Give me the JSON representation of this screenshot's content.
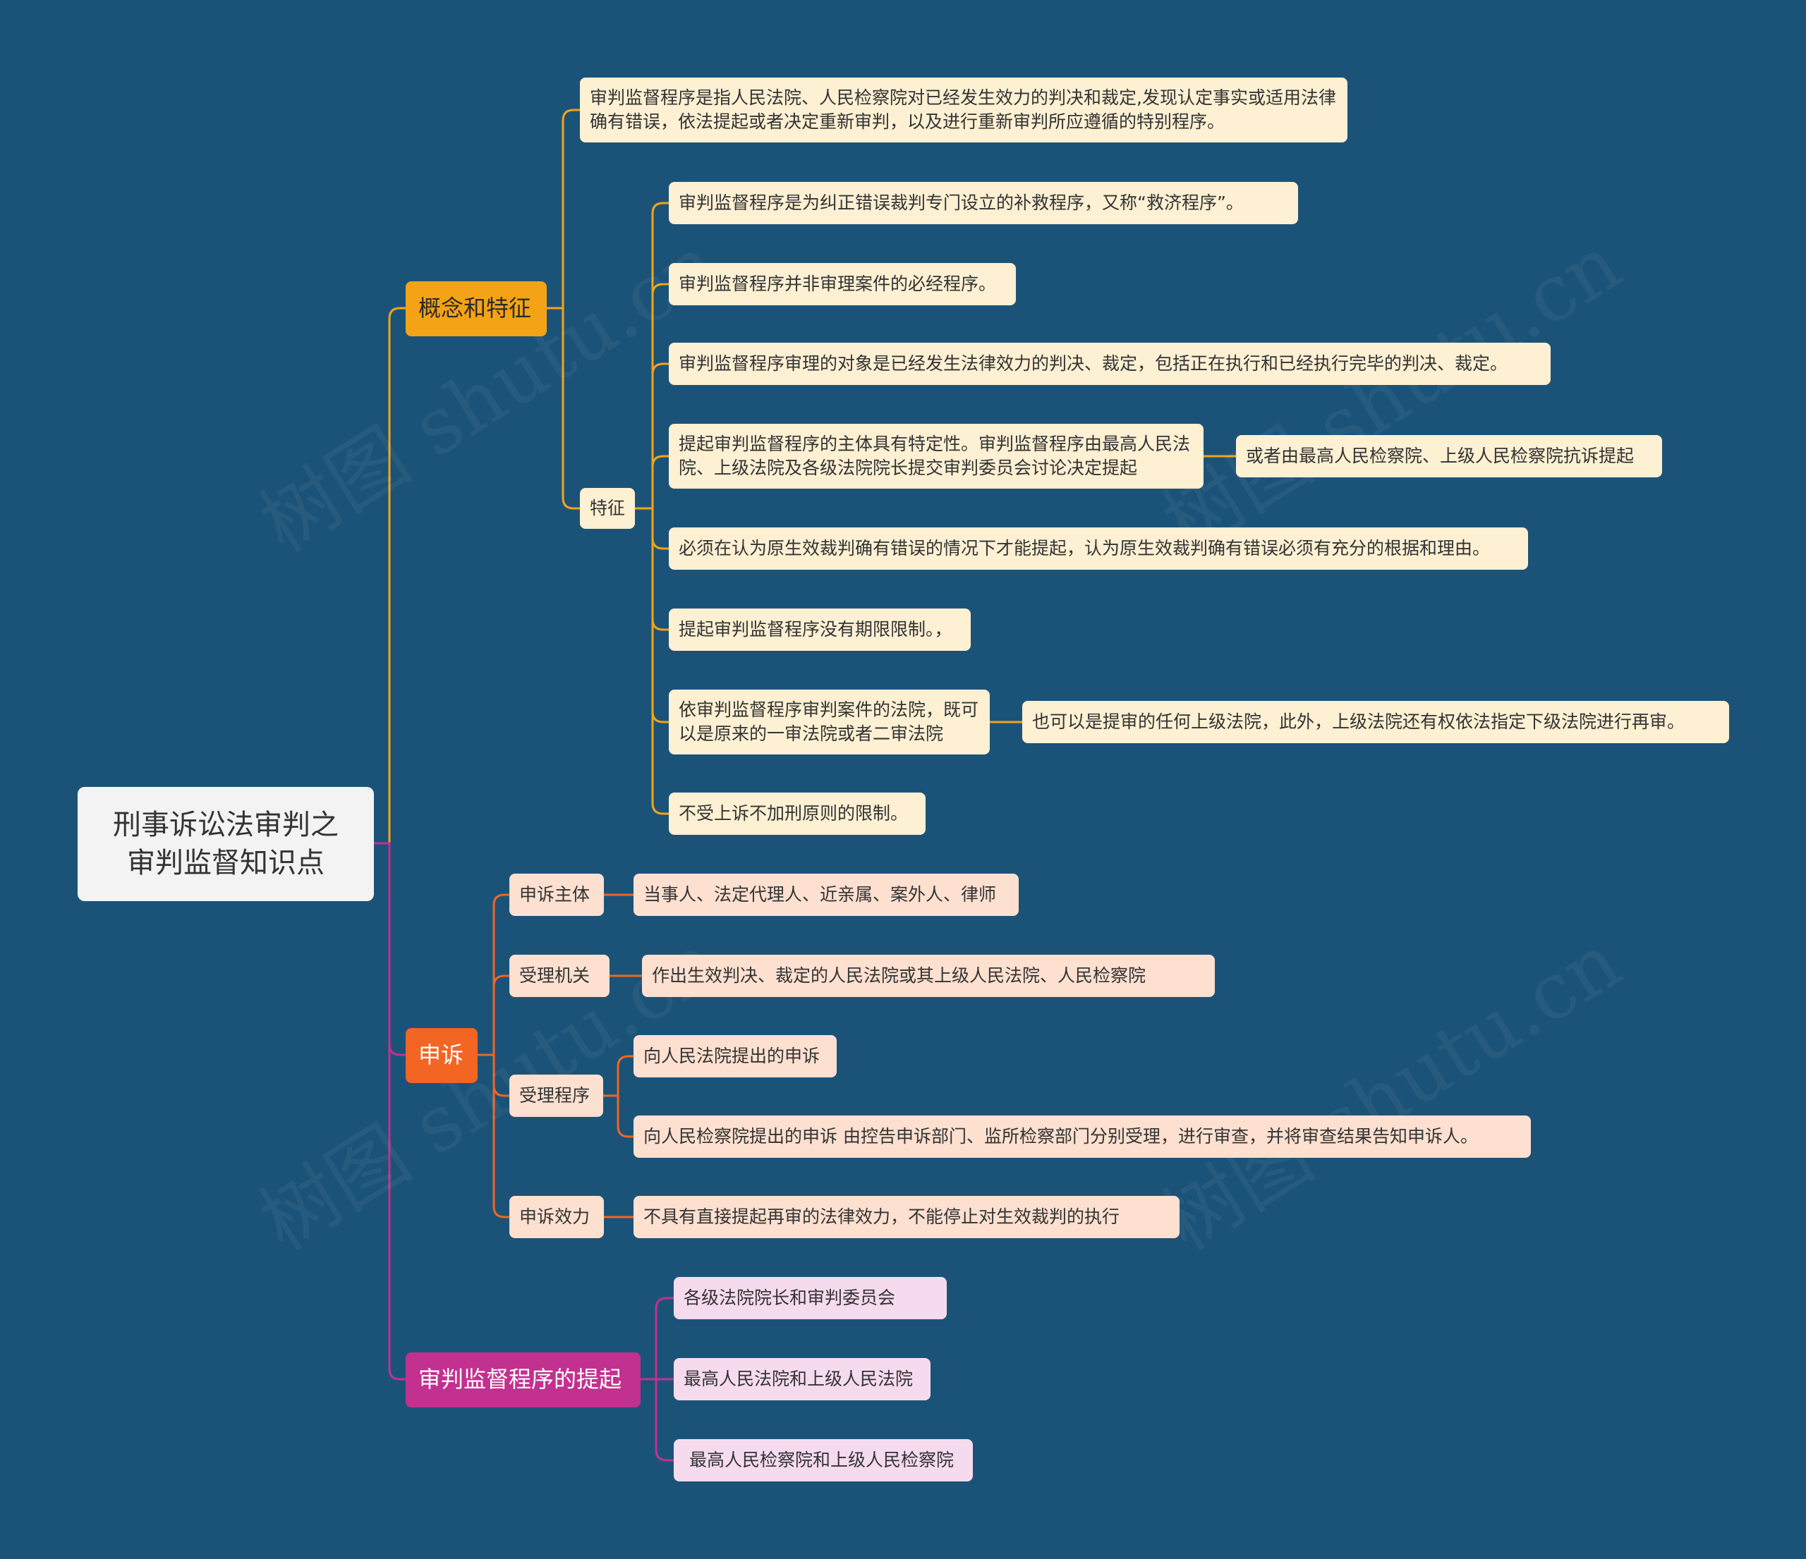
{
  "root": {
    "title": "刑事诉讼法审判之\n审判监督知识点"
  },
  "branches": {
    "concept": {
      "label": "概念和特征",
      "definition": "审判监督程序是指人民法院、人民检察院对已经发生效力的判决和裁定,发现认定事实或适用法律确有错误，依法提起或者决定重新审判，以及进行重新审判所应遵循的特别程序。",
      "features_label": "特征",
      "features": [
        "审判监督程序是为纠正错误裁判专门设立的补救程序，又称“救济程序”。",
        "审判监督程序并非审理案件的必经程序。",
        "审判监督程序审理的对象是已经发生法律效力的判决、裁定，包括正在执行和已经执行完毕的判决、裁定。",
        "提起审判监督程序的主体具有特定性。审判监督程序由最高人民法院、上级法院及各级法院院长提交审判委员会讨论决定提起",
        "必须在认为原生效裁判确有错误的情况下才能提起，认为原生效裁判确有错误必须有充分的根据和理由。",
        "提起审判监督程序没有期限限制。，",
        "依审判监督程序审判案件的法院，既可以是原来的一审法院或者二审法院",
        "不受上诉不加刑原则的限制。"
      ],
      "feature_subject_extra": "或者由最高人民检察院、上级人民检察院抗诉提起",
      "feature_court_extra": "也可以是提审的任何上级法院，此外，上级法院还有权依法指定下级法院进行再审。"
    },
    "appeal": {
      "label": "申诉",
      "subject_label": "申诉主体",
      "subject_value": "当事人、法定代理人、近亲属、案外人、律师",
      "organ_label": "受理机关",
      "organ_value": "作出生效判决、裁定的人民法院或其上级人民法院、人民检察院",
      "procedure_label": "受理程序",
      "procedure_court": "向人民法院提出的申诉",
      "procedure_procuratorate": "向人民检察院提出的申诉 由控告申诉部门、监所检察部门分别受理，进行审查，并将审查结果告知申诉人。",
      "effect_label": "申诉效力",
      "effect_value": "不具有直接提起再审的法律效力，不能停止对生效裁判的执行"
    },
    "initiation": {
      "label": "审判监督程序的提起",
      "items": [
        "各级法院院长和审判委员会",
        "最高人民法院和上级人民法院",
        " 最高人民检察院和上级人民检察院"
      ]
    }
  },
  "watermark": "树图 shutu.cn",
  "colors": {
    "background": "#1b5378",
    "concept": "#f5a316",
    "appeal": "#f26522",
    "initiation": "#c2318f"
  }
}
